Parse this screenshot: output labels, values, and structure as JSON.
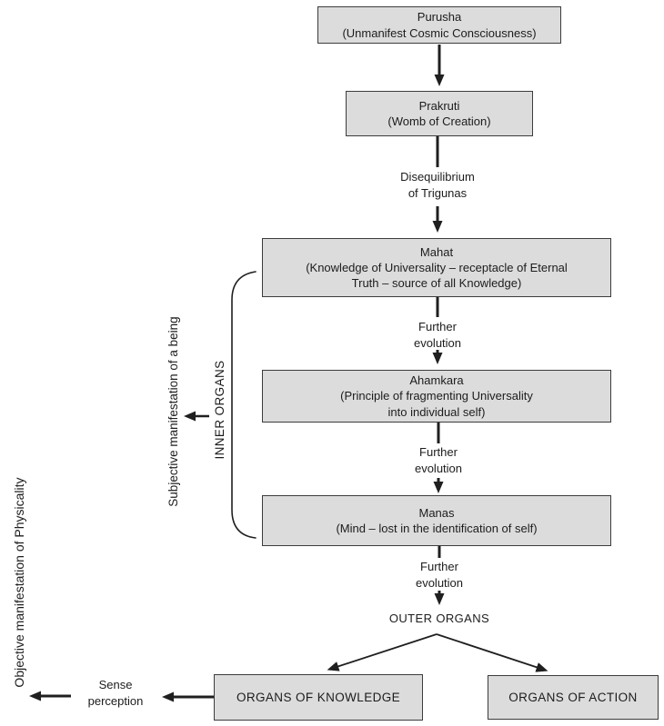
{
  "colors": {
    "box_fill": "#dcdcdc",
    "box_border": "#3c3c3c",
    "ink": "#1f1f1f",
    "background": "#ffffff"
  },
  "nodes": {
    "purusha": {
      "title": "Purusha",
      "subtitle": "(Unmanifest Cosmic Consciousness)"
    },
    "prakruti": {
      "title": "Prakruti",
      "subtitle": "(Womb of Creation)"
    },
    "mahat": {
      "title": "Mahat",
      "subtitle": "(Knowledge of Universality – receptacle of Eternal\nTruth – source of all Knowledge)"
    },
    "ahamkara": {
      "title": "Ahamkara",
      "subtitle": "(Principle of fragmenting Universality\ninto individual self)"
    },
    "manas": {
      "title": "Manas",
      "subtitle": "(Mind – lost in the identification of self)"
    },
    "organs_of_knowledge": {
      "title": "ORGANS OF KNOWLEDGE"
    },
    "organs_of_action": {
      "title": "ORGANS OF ACTION"
    }
  },
  "edge_labels": {
    "disequilibrium": "Disequilibrium\nof Trigunas",
    "further_evolution_1": "Further\nevolution",
    "further_evolution_2": "Further\nevolution",
    "further_evolution_3": "Further\nevolution",
    "outer_organs": "OUTER ORGANS",
    "sense_perception": "Sense\nperception"
  },
  "side_labels": {
    "subjective": "Subjective manifestation of a being",
    "inner_organs": "INNER ORGANS",
    "objective": "Objective manifestation of Physicality"
  }
}
